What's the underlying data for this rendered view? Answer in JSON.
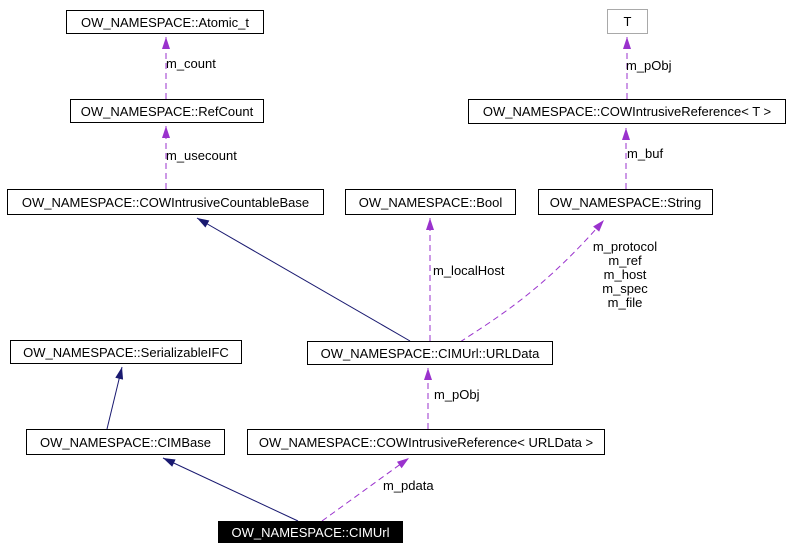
{
  "diagram": {
    "kind": "collaboration-graph",
    "colors": {
      "usage_edge": "#9a32cd",
      "inheritance_edge": "#191970",
      "node_border": "#000000",
      "template_node_border": "#a9a9a9",
      "focus_node_bg": "#000000",
      "focus_node_text": "#ffffff",
      "label_color": "#000000",
      "bg": "#ffffff"
    },
    "nodes": {
      "atomic_t": {
        "label": "OW_NAMESPACE::Atomic_t"
      },
      "t": {
        "label": "T"
      },
      "refcount": {
        "label": "OW_NAMESPACE::RefCount"
      },
      "cow_ref_t": {
        "label": "OW_NAMESPACE::COWIntrusiveReference< T >"
      },
      "cow_countable": {
        "label": "OW_NAMESPACE::COWIntrusiveCountableBase"
      },
      "bool": {
        "label": "OW_NAMESPACE::Bool"
      },
      "string": {
        "label": "OW_NAMESPACE::String"
      },
      "serializable": {
        "label": "OW_NAMESPACE::SerializableIFC"
      },
      "urldata": {
        "label": "OW_NAMESPACE::CIMUrl::URLData"
      },
      "cimbase": {
        "label": "OW_NAMESPACE::CIMBase"
      },
      "cow_ref_urldata": {
        "label": "OW_NAMESPACE::COWIntrusiveReference< URLData >"
      },
      "cimurl": {
        "label": "OW_NAMESPACE::CIMUrl"
      }
    },
    "edge_labels": {
      "m_count": "m_count",
      "m_pObj_top": "m_pObj",
      "m_usecount": "m_usecount",
      "m_buf": "m_buf",
      "m_localHost": "m_localHost",
      "urldata_string_fields": "m_protocol\nm_ref\nm_host\nm_spec\nm_file",
      "m_pObj_low": "m_pObj",
      "m_pdata": "m_pdata"
    },
    "edges": [
      {
        "from": "refcount",
        "to": "atomic_t",
        "kind": "usage",
        "label": "m_count"
      },
      {
        "from": "cow_ref_t",
        "to": "t",
        "kind": "usage",
        "label": "m_pObj"
      },
      {
        "from": "cow_countable",
        "to": "refcount",
        "kind": "usage",
        "label": "m_usecount"
      },
      {
        "from": "string",
        "to": "cow_ref_t",
        "kind": "usage",
        "label": "m_buf"
      },
      {
        "from": "urldata",
        "to": "bool",
        "kind": "usage",
        "label": "m_localHost"
      },
      {
        "from": "urldata",
        "to": "string",
        "kind": "usage",
        "label": "m_protocol\nm_ref\nm_host\nm_spec\nm_file"
      },
      {
        "from": "urldata",
        "to": "cow_countable",
        "kind": "inheritance",
        "label": ""
      },
      {
        "from": "cow_ref_urldata",
        "to": "urldata",
        "kind": "usage",
        "label": "m_pObj"
      },
      {
        "from": "cimbase",
        "to": "serializable",
        "kind": "inheritance",
        "label": ""
      },
      {
        "from": "cimurl",
        "to": "cimbase",
        "kind": "inheritance",
        "label": ""
      },
      {
        "from": "cimurl",
        "to": "cow_ref_urldata",
        "kind": "usage",
        "label": "m_pdata"
      }
    ]
  }
}
